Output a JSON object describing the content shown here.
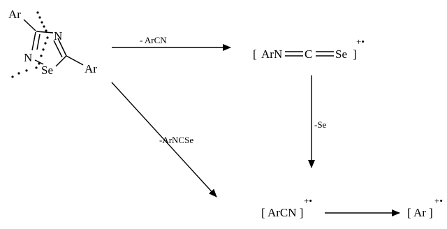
{
  "molecule": {
    "ar_top": "Ar",
    "ar_right": "Ar",
    "n_top": "N",
    "n_left": "N",
    "se": "Se"
  },
  "arrows": {
    "loss_arcn": "- ArCN",
    "loss_se": "-Se",
    "loss_arncse": "-ArNCSe"
  },
  "species": {
    "selenoisocyanate": {
      "open": "[",
      "arn": "ArN",
      "c": "C",
      "se": "Se",
      "close": "]",
      "charge": "+•"
    },
    "arcn_ion": {
      "label": "[ ArCN ]",
      "charge": "+•"
    },
    "ar_ion": {
      "label": "[ Ar ]",
      "charge": "+•"
    }
  }
}
